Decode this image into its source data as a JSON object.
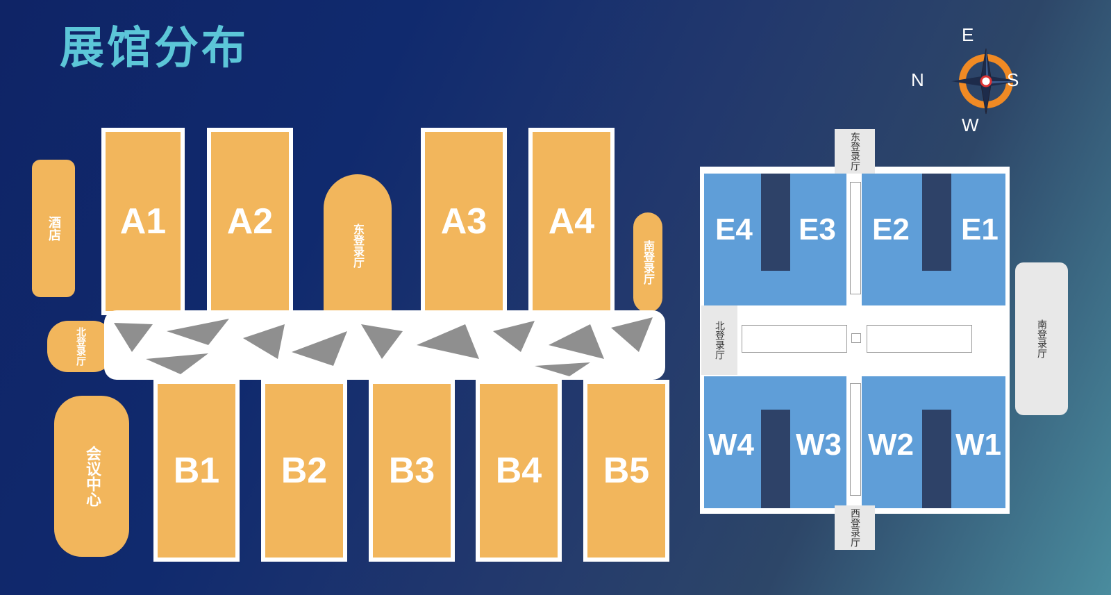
{
  "title": "展馆分布",
  "compass": {
    "north": "N",
    "south": "S",
    "east": "E",
    "west": "W"
  },
  "left_complex": {
    "halls_a": [
      "A1",
      "A2",
      "A3",
      "A4"
    ],
    "halls_b": [
      "B1",
      "B2",
      "B3",
      "B4",
      "B5"
    ],
    "hotel": "酒店",
    "conference": "会议中心",
    "east_lobby": "东登录厅",
    "south_lobby": "南登录厅",
    "north_lobby": "北登录厅"
  },
  "right_complex": {
    "halls_e": [
      "E4",
      "E3",
      "E2",
      "E1"
    ],
    "halls_w": [
      "W4",
      "W3",
      "W2",
      "W1"
    ],
    "east_lobby": "东登录厅",
    "west_lobby": "西登录厅",
    "north_lobby": "北登录厅",
    "south_lobby": "南登录厅"
  },
  "colors": {
    "orange_hall": "#f2b65c",
    "blue_hall": "#5f9ed8",
    "title": "#5cc6d8"
  }
}
